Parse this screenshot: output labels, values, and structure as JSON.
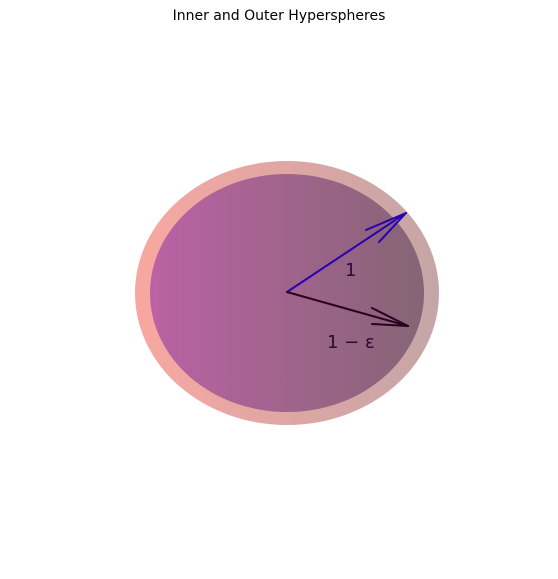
{
  "figure": {
    "title": "Inner and Outer Hyperspheres"
  },
  "labels": {
    "outer_radius": "1",
    "inner_radius": "1 − ε"
  },
  "colors": {
    "outer_left": "#f9a7a0",
    "outer_right": "#c4a6a7",
    "inner_left": "#bb62a4",
    "inner_right": "#856575",
    "outer_arrow": "#2a00b0",
    "inner_arrow": "#2b0020",
    "label_outer": "#2c0b3a",
    "label_inner": "#2a0a2e"
  }
}
